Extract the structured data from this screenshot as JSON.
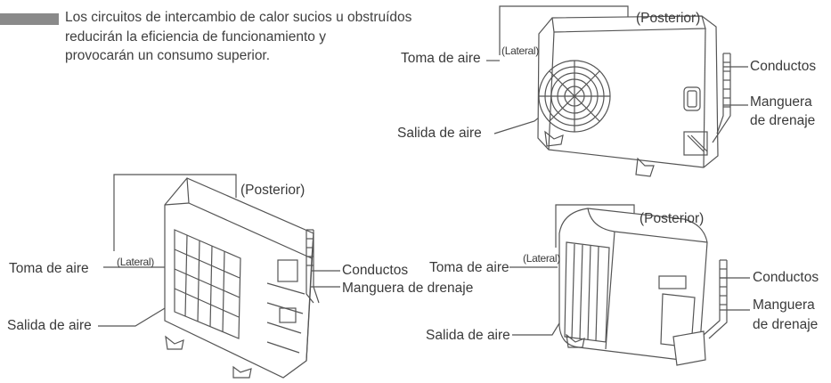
{
  "note": {
    "lines": [
      "Los circuitos de intercambio de calor sucios u obstruídos",
      "reducirán la eficiencia de funcionamiento y",
      "provocarán un consumo superior."
    ]
  },
  "figures": {
    "top_right": {
      "rear": "(Posterior)",
      "side": "(Lateral)",
      "intake": "Toma de aire",
      "outlet": "Salida de aire",
      "pipes": "Conductos",
      "drain_line1": "Manguera",
      "drain_line2": "de drenaje"
    },
    "bottom_left": {
      "rear": "(Posterior)",
      "side": "(Lateral)",
      "intake": "Toma de aire",
      "outlet": "Salida de aire",
      "pipes": "Conductos",
      "drain": "Manguera de drenaje"
    },
    "bottom_right": {
      "rear": "(Posterior)",
      "side": "(Lateral)",
      "intake": "Toma de aire",
      "outlet": "Salida de aire",
      "pipes": "Conductos",
      "drain_line1": "Manguera",
      "drain_line2": "de drenaje"
    }
  }
}
